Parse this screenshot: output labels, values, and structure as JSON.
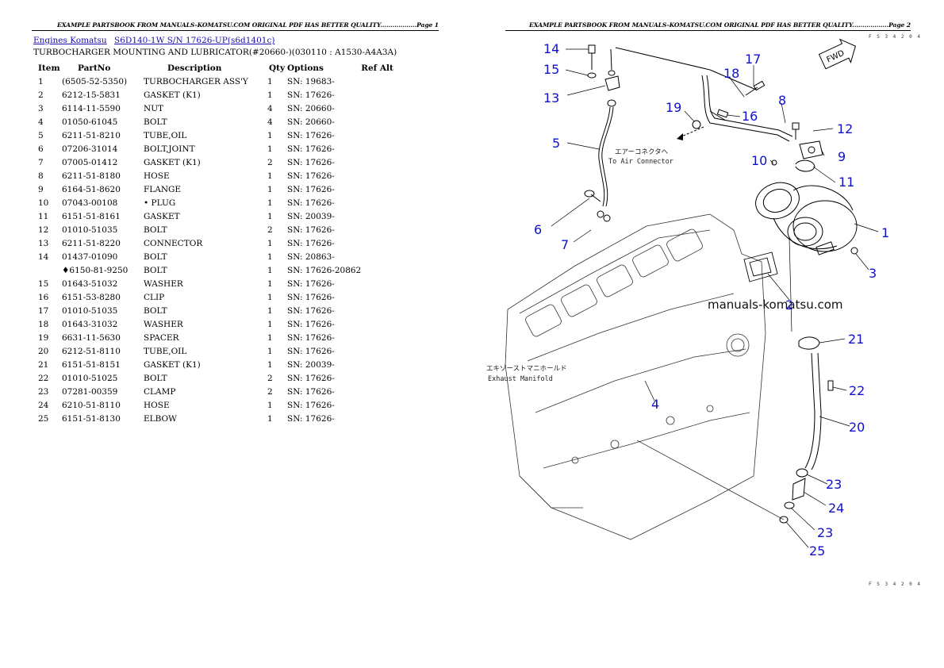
{
  "page1": {
    "header": "EXAMPLE PARTSBOOK FROM MANUALS-KOMATSU.COM ORIGINAL PDF HAS BETTER QUALITY..................Page 1",
    "breadcrumbs": [
      "Engines Komatsu",
      "S6D140-1W S/N 17626-UP(s6d1401c)"
    ],
    "subtitle": "TURBOCHARGER MOUNTING AND LUBRICATOR(#20660-)(030110 : A1530-A4A3A)",
    "columns": [
      "Item",
      "PartNo",
      "Description",
      "Qty",
      "Options",
      "Ref Alt"
    ],
    "rows": [
      {
        "item": "1",
        "partno": "(6505-52-5350)",
        "desc": "TURBOCHARGER ASS'Y",
        "qty": "1",
        "options": "SN: 19683-"
      },
      {
        "item": "2",
        "partno": "6212-15-5831",
        "desc": "GASKET (K1)",
        "qty": "1",
        "options": "SN: 17626-"
      },
      {
        "item": "3",
        "partno": "6114-11-5590",
        "desc": "NUT",
        "qty": "4",
        "options": "SN: 20660-"
      },
      {
        "item": "4",
        "partno": "01050-61045",
        "desc": "BOLT",
        "qty": "4",
        "options": "SN: 20660-"
      },
      {
        "item": "5",
        "partno": "6211-51-8210",
        "desc": "TUBE,OIL",
        "qty": "1",
        "options": "SN: 17626-"
      },
      {
        "item": "6",
        "partno": "07206-31014",
        "desc": "BOLT,JOINT",
        "qty": "1",
        "options": "SN: 17626-"
      },
      {
        "item": "7",
        "partno": "07005-01412",
        "desc": "GASKET (K1)",
        "qty": "2",
        "options": "SN: 17626-"
      },
      {
        "item": "8",
        "partno": "6211-51-8180",
        "desc": "HOSE",
        "qty": "1",
        "options": "SN: 17626-"
      },
      {
        "item": "9",
        "partno": "6164-51-8620",
        "desc": "FLANGE",
        "qty": "1",
        "options": "SN: 17626-"
      },
      {
        "item": "10",
        "partno": "07043-00108",
        "desc": "• PLUG",
        "qty": "1",
        "options": "SN: 17626-"
      },
      {
        "item": "11",
        "partno": "6151-51-8161",
        "desc": "GASKET",
        "qty": "1",
        "options": "SN: 20039-"
      },
      {
        "item": "12",
        "partno": "01010-51035",
        "desc": "BOLT",
        "qty": "2",
        "options": "SN: 17626-"
      },
      {
        "item": "13",
        "partno": "6211-51-8220",
        "desc": "CONNECTOR",
        "qty": "1",
        "options": "SN: 17626-"
      },
      {
        "item": "14",
        "partno": "01437-01090",
        "desc": "BOLT",
        "qty": "1",
        "options": "SN: 20863-"
      },
      {
        "item": "",
        "partno": "♦6150-81-9250",
        "desc": "BOLT",
        "qty": "1",
        "options": "SN: 17626-20862"
      },
      {
        "item": "15",
        "partno": "01643-51032",
        "desc": "WASHER",
        "qty": "1",
        "options": "SN: 17626-"
      },
      {
        "item": "16",
        "partno": "6151-53-8280",
        "desc": "CLIP",
        "qty": "1",
        "options": "SN: 17626-"
      },
      {
        "item": "17",
        "partno": "01010-51035",
        "desc": "BOLT",
        "qty": "1",
        "options": "SN: 17626-"
      },
      {
        "item": "18",
        "partno": "01643-31032",
        "desc": "WASHER",
        "qty": "1",
        "options": "SN: 17626-"
      },
      {
        "item": "19",
        "partno": "6631-11-5630",
        "desc": "SPACER",
        "qty": "1",
        "options": "SN: 17626-"
      },
      {
        "item": "20",
        "partno": "6212-51-8110",
        "desc": "TUBE,OIL",
        "qty": "1",
        "options": "SN: 17626-"
      },
      {
        "item": "21",
        "partno": "6151-51-8151",
        "desc": "GASKET (K1)",
        "qty": "1",
        "options": "SN: 20039-"
      },
      {
        "item": "22",
        "partno": "01010-51025",
        "desc": "BOLT",
        "qty": "2",
        "options": "SN: 17626-"
      },
      {
        "item": "23",
        "partno": "07281-00359",
        "desc": "CLAMP",
        "qty": "2",
        "options": "SN: 17626-"
      },
      {
        "item": "24",
        "partno": "6210-51-8110",
        "desc": "HOSE",
        "qty": "1",
        "options": "SN: 17626-"
      },
      {
        "item": "25",
        "partno": "6151-51-8130",
        "desc": "ELBOW",
        "qty": "1",
        "options": "SN: 17626-"
      }
    ]
  },
  "page2": {
    "header": "EXAMPLE PARTSBOOK FROM MANUALS-KOMATSU.COM ORIGINAL PDF HAS BETTER QUALITY..................Page 2",
    "diagram": {
      "code_top": "F S 3 4 2 0 4",
      "code_bottom": "F S 3 4 2 0 4",
      "fwd_label": "FWD",
      "air_connector_jp": "エアーコネクタヘ",
      "air_connector_en": "To Air Connector",
      "exhaust_jp": "エキゾーストマニホールド",
      "exhaust_en": "Exhaust Manifold",
      "watermark": "manuals-komatsu.com",
      "callouts": [
        "14",
        "15",
        "13",
        "5",
        "6",
        "7",
        "17",
        "18",
        "16",
        "8",
        "19",
        "12",
        "9",
        "10",
        "11",
        "1",
        "3",
        "2",
        "21",
        "22",
        "4",
        "20",
        "23",
        "24",
        "23",
        "25"
      ]
    }
  }
}
